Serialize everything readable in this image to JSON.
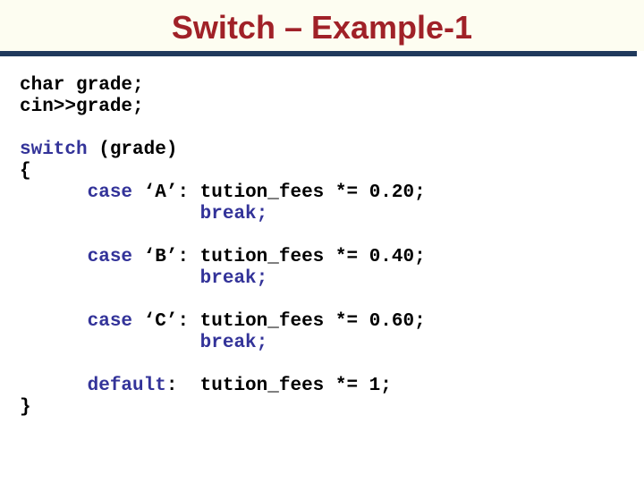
{
  "slide": {
    "title": "Switch – Example-1",
    "colors": {
      "title_text": "#A02128",
      "header_band": "#FDFDF1",
      "rule": "#20395C",
      "keyword": "#333399",
      "code_text": "#000000",
      "background": "#FFFFFF"
    },
    "code": {
      "language": "cpp",
      "lines": [
        [
          {
            "t": "char grade;",
            "k": false
          }
        ],
        [
          {
            "t": "cin>>grade;",
            "k": false
          }
        ],
        [],
        [
          {
            "t": "switch",
            "k": true
          },
          {
            "t": " (grade)",
            "k": false
          }
        ],
        [
          {
            "t": "{",
            "k": false
          }
        ],
        [
          {
            "t": "      ",
            "k": false
          },
          {
            "t": "case",
            "k": true
          },
          {
            "t": " ‘A’: tution_fees *= 0.20;",
            "k": false
          }
        ],
        [
          {
            "t": "                ",
            "k": false
          },
          {
            "t": "break;",
            "k": true
          }
        ],
        [],
        [
          {
            "t": "      ",
            "k": false
          },
          {
            "t": "case",
            "k": true
          },
          {
            "t": " ‘B’: tution_fees *= 0.40;",
            "k": false
          }
        ],
        [
          {
            "t": "                ",
            "k": false
          },
          {
            "t": "break;",
            "k": true
          }
        ],
        [],
        [
          {
            "t": "      ",
            "k": false
          },
          {
            "t": "case",
            "k": true
          },
          {
            "t": " ‘C’: tution_fees *= 0.60;",
            "k": false
          }
        ],
        [
          {
            "t": "                ",
            "k": false
          },
          {
            "t": "break;",
            "k": true
          }
        ],
        [],
        [
          {
            "t": "      ",
            "k": false
          },
          {
            "t": "default",
            "k": true
          },
          {
            "t": ":  tution_fees *= 1;",
            "k": false
          }
        ],
        [
          {
            "t": "}",
            "k": false
          }
        ]
      ]
    }
  }
}
